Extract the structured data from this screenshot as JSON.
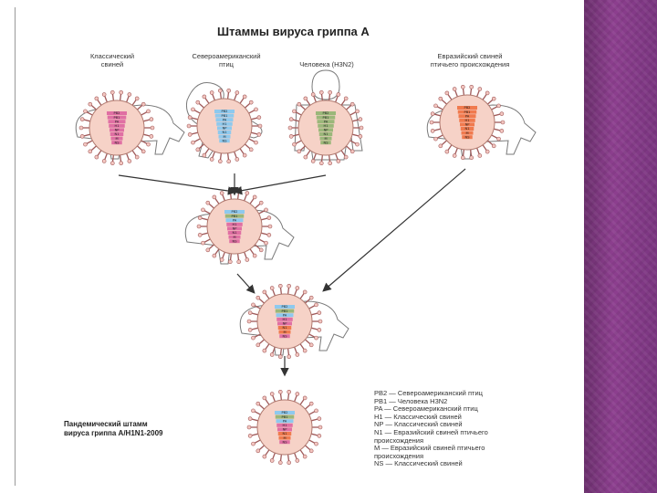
{
  "title": "Штаммы вируса гриппа А",
  "captions": {
    "classic_swine": [
      "Классический",
      "свиней"
    ],
    "na_avian": [
      "Североамериканский",
      "птиц"
    ],
    "human": [
      "Человека (H3N2)"
    ],
    "eurasian": [
      "Евразийский свиней",
      "птичьего происхождения"
    ]
  },
  "pandemic_label": [
    "Пандемический штамм",
    "вируса гриппа A/H1N1-2009"
  ],
  "segments": [
    "PB2",
    "PB1",
    "PA",
    "H1",
    "NP",
    "N1",
    "M",
    "NS"
  ],
  "legend": [
    "PB2 — Североамериканский птиц",
    "PB1 — Человека H3N2",
    "PA — Североамериканский птиц",
    "H1 — Классический свиней",
    "NP — Классический свиней",
    "N1 — Евразийский свиней птичьего",
    "происхождения",
    "M — Евразийский свиней птичьего",
    "происхождения",
    "NS — Классический свиней"
  ],
  "colors": {
    "classic": "#e06fa3",
    "avian": "#8ec9ee",
    "human": "#9bb77a",
    "eurasian": "#f07a4e",
    "capsid": "#f6d2c7",
    "band": "#7a3580"
  }
}
